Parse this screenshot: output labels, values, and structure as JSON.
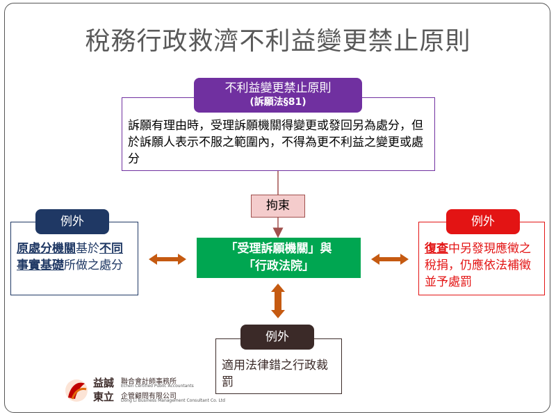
{
  "title": "稅務行政救濟不利益變更禁止原則",
  "principle": {
    "header_line1": "不利益變更禁止原則",
    "header_line2": "(訴願法§81)",
    "body": "訴願有理由時，受理訴願機關得變更或發回另為處分，但於訴願人表示不服之範圍內，不得為更不利益之變更或處分"
  },
  "binding_label": "拘束",
  "center": {
    "line1": "「受理訴願機關」與",
    "line2": "「行政法院」"
  },
  "left": {
    "header": "例外",
    "t1": "原處分機關",
    "t2": "基於",
    "t3": "不同事實基礎",
    "t4": "所做之處分"
  },
  "right": {
    "header": "例外",
    "t1": "復查",
    "t2": "中另發現應徵之稅捐，仍應依法補徵並予處罰"
  },
  "bottom": {
    "header": "例外",
    "body": "適用法律錯之行政裁罰"
  },
  "logo": {
    "name1": "益誠",
    "name2": "東立",
    "firm1": "聯合會計師事務所",
    "firm1_en": "Echen Certified Public Accountants",
    "firm2": "企管顧問有限公司",
    "firm2_en": "Dong Li Business Management Consultant Co. Ltd"
  },
  "colors": {
    "purple": "#7030a0",
    "navy": "#1f3864",
    "red": "#e31414",
    "green": "#00a651",
    "brown": "#3b2a28",
    "orange": "#c55a11",
    "pink": "#f4cccc",
    "maroon": "#a0504d"
  }
}
